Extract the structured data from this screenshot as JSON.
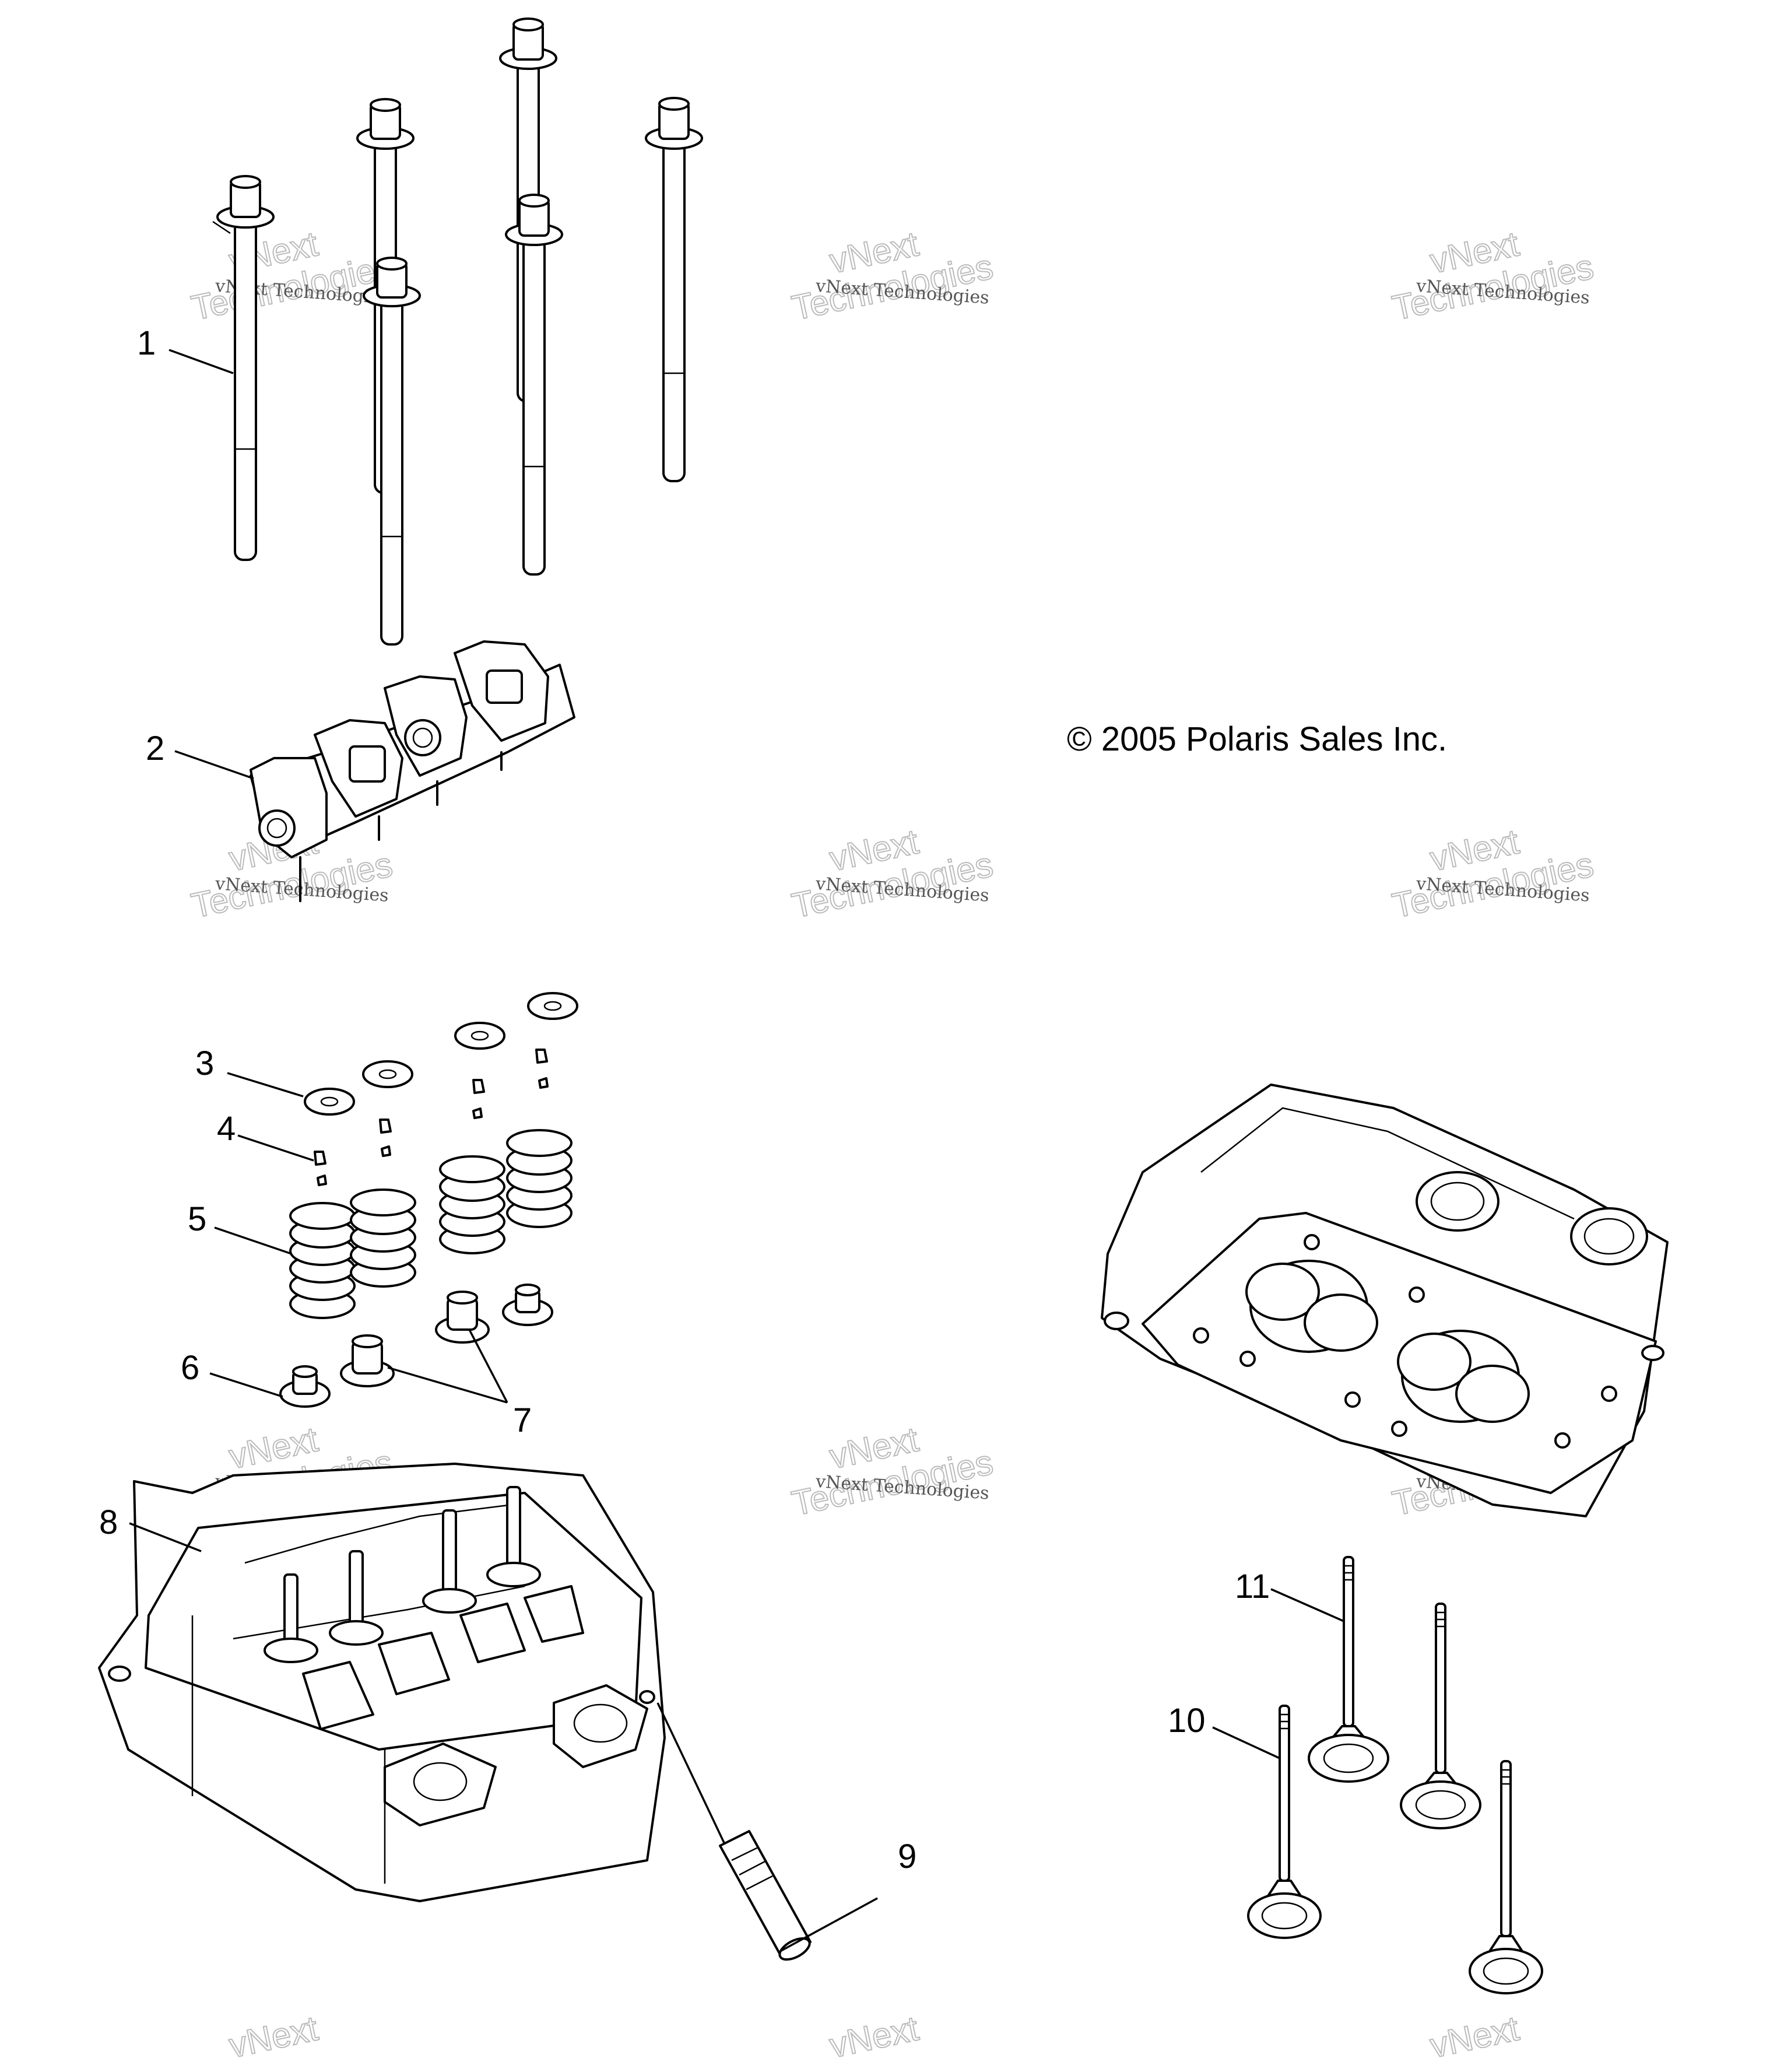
{
  "copyright": "© 2005 Polaris Sales Inc.",
  "watermark": {
    "line1": "vNext Technologies",
    "line2": "vNext",
    "line3": "Technologies"
  },
  "callouts": [
    "1",
    "2",
    "3",
    "4",
    "5",
    "6",
    "7",
    "8",
    "9",
    "10",
    "11"
  ]
}
